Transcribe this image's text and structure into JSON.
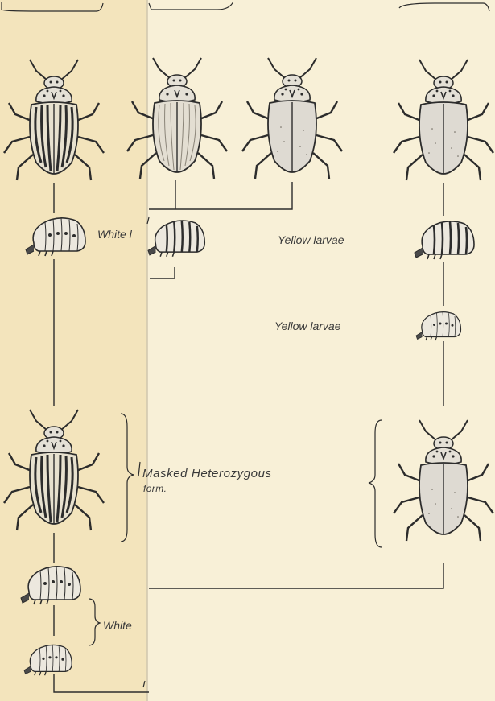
{
  "labels": {
    "white_larvae_top": "White l",
    "yellow_larvae_1": "Yellow larvae",
    "yellow_larvae_2": "Yellow larvae",
    "masked_heterozygous": "Masked Heterozygous",
    "masked_form": "form.",
    "white_larvae_bottom": "White"
  },
  "colors": {
    "paper_left": "#f3e4bc",
    "paper_right": "#f8f0d7",
    "ink": "#2c2c2c",
    "shell_light": "#dedad2"
  },
  "figures": [
    {
      "kind": "beetle",
      "name": "striped-beetle-icon"
    },
    {
      "kind": "beetle",
      "name": "faint-striped-beetle-icon"
    },
    {
      "kind": "beetle",
      "name": "plain-beetle-icon"
    },
    {
      "kind": "beetle",
      "name": "plain-beetle-icon"
    },
    {
      "kind": "larva",
      "name": "larva-icon"
    }
  ]
}
